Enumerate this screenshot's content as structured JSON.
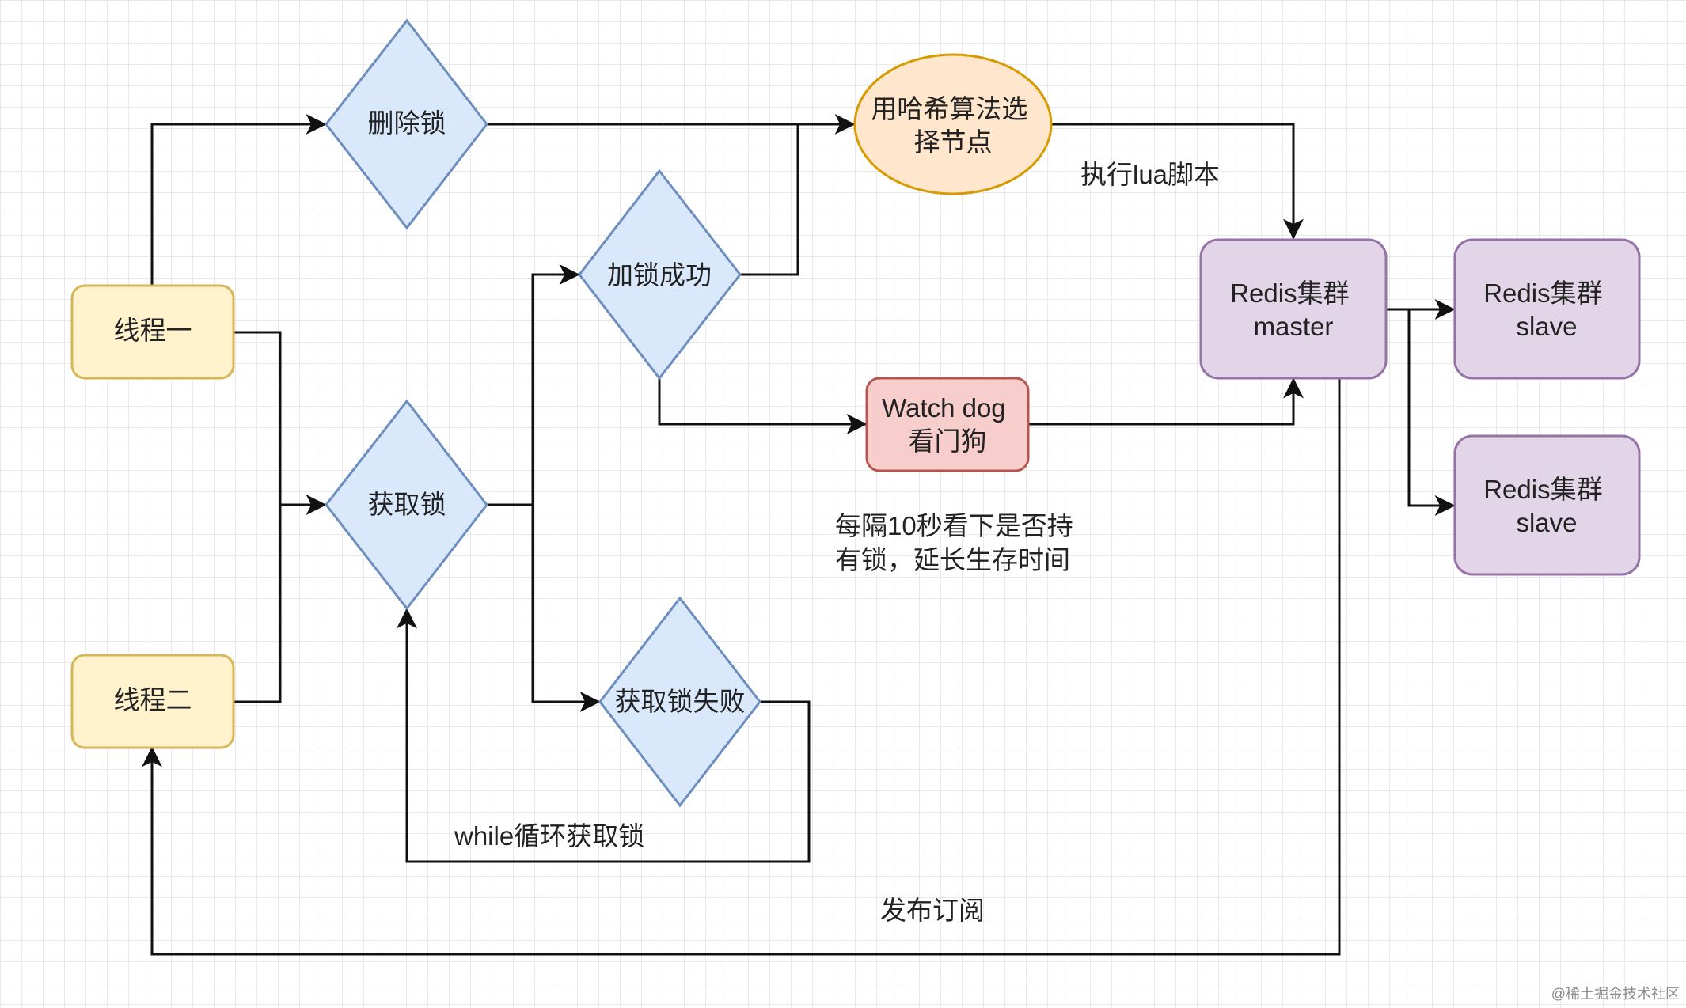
{
  "diagram": {
    "nodes": {
      "thread1": {
        "label": [
          "线程一"
        ],
        "shape": "rounded-rect",
        "fill": "#fff2cc",
        "stroke": "#d6b656"
      },
      "thread2": {
        "label": [
          "线程二"
        ],
        "shape": "rounded-rect",
        "fill": "#fff2cc",
        "stroke": "#d6b656"
      },
      "delete_lock": {
        "label": [
          "删除锁"
        ],
        "shape": "diamond",
        "fill": "#dae8fc",
        "stroke": "#6c8ebf"
      },
      "acquire_lock": {
        "label": [
          "获取锁"
        ],
        "shape": "diamond",
        "fill": "#dae8fc",
        "stroke": "#6c8ebf"
      },
      "lock_success": {
        "label": [
          "加锁成功"
        ],
        "shape": "diamond",
        "fill": "#dae8fc",
        "stroke": "#6c8ebf"
      },
      "lock_fail": {
        "label": [
          "获取锁失败"
        ],
        "shape": "diamond",
        "fill": "#dae8fc",
        "stroke": "#6c8ebf"
      },
      "hash_select": {
        "label": [
          "用哈希算法选",
          "择节点"
        ],
        "shape": "ellipse",
        "fill": "#ffe6cc",
        "stroke": "#d79b00"
      },
      "watchdog": {
        "label": [
          "Watch dog",
          "看门狗"
        ],
        "shape": "rounded-rect",
        "fill": "#f8cecc",
        "stroke": "#b85450"
      },
      "redis_master": {
        "label": [
          "Redis集群",
          "master"
        ],
        "shape": "rounded-rect",
        "fill": "#e1d5e7",
        "stroke": "#9673a6"
      },
      "redis_slave1": {
        "label": [
          "Redis集群",
          "slave"
        ],
        "shape": "rounded-rect",
        "fill": "#e1d5e7",
        "stroke": "#9673a6"
      },
      "redis_slave2": {
        "label": [
          "Redis集群",
          "slave"
        ],
        "shape": "rounded-rect",
        "fill": "#e1d5e7",
        "stroke": "#9673a6"
      }
    },
    "edge_labels": {
      "lua": [
        "执行lua脚本"
      ],
      "watchdog_note": [
        "每隔10秒看下是否持",
        "有锁，延长生存时间"
      ],
      "while_loop": [
        "while循环获取锁"
      ],
      "pubsub": [
        "发布订阅"
      ]
    },
    "edges": [
      {
        "from": "thread1",
        "to": "delete_lock"
      },
      {
        "from": "thread1",
        "to": "acquire_lock"
      },
      {
        "from": "thread2",
        "to": "acquire_lock"
      },
      {
        "from": "delete_lock",
        "to": "hash_select"
      },
      {
        "from": "lock_success",
        "to": "hash_select"
      },
      {
        "from": "hash_select",
        "to": "redis_master",
        "label": "执行lua脚本"
      },
      {
        "from": "acquire_lock",
        "to": "lock_success"
      },
      {
        "from": "acquire_lock",
        "to": "lock_fail"
      },
      {
        "from": "lock_success",
        "to": "watchdog"
      },
      {
        "from": "watchdog",
        "to": "redis_master"
      },
      {
        "from": "lock_fail",
        "to": "acquire_lock",
        "label": "while循环获取锁"
      },
      {
        "from": "redis_master",
        "to": "redis_slave1"
      },
      {
        "from": "redis_master",
        "to": "redis_slave2"
      },
      {
        "from": "redis_master",
        "to": "thread2",
        "label": "发布订阅"
      }
    ]
  },
  "watermark": "@稀土掘金技术社区"
}
